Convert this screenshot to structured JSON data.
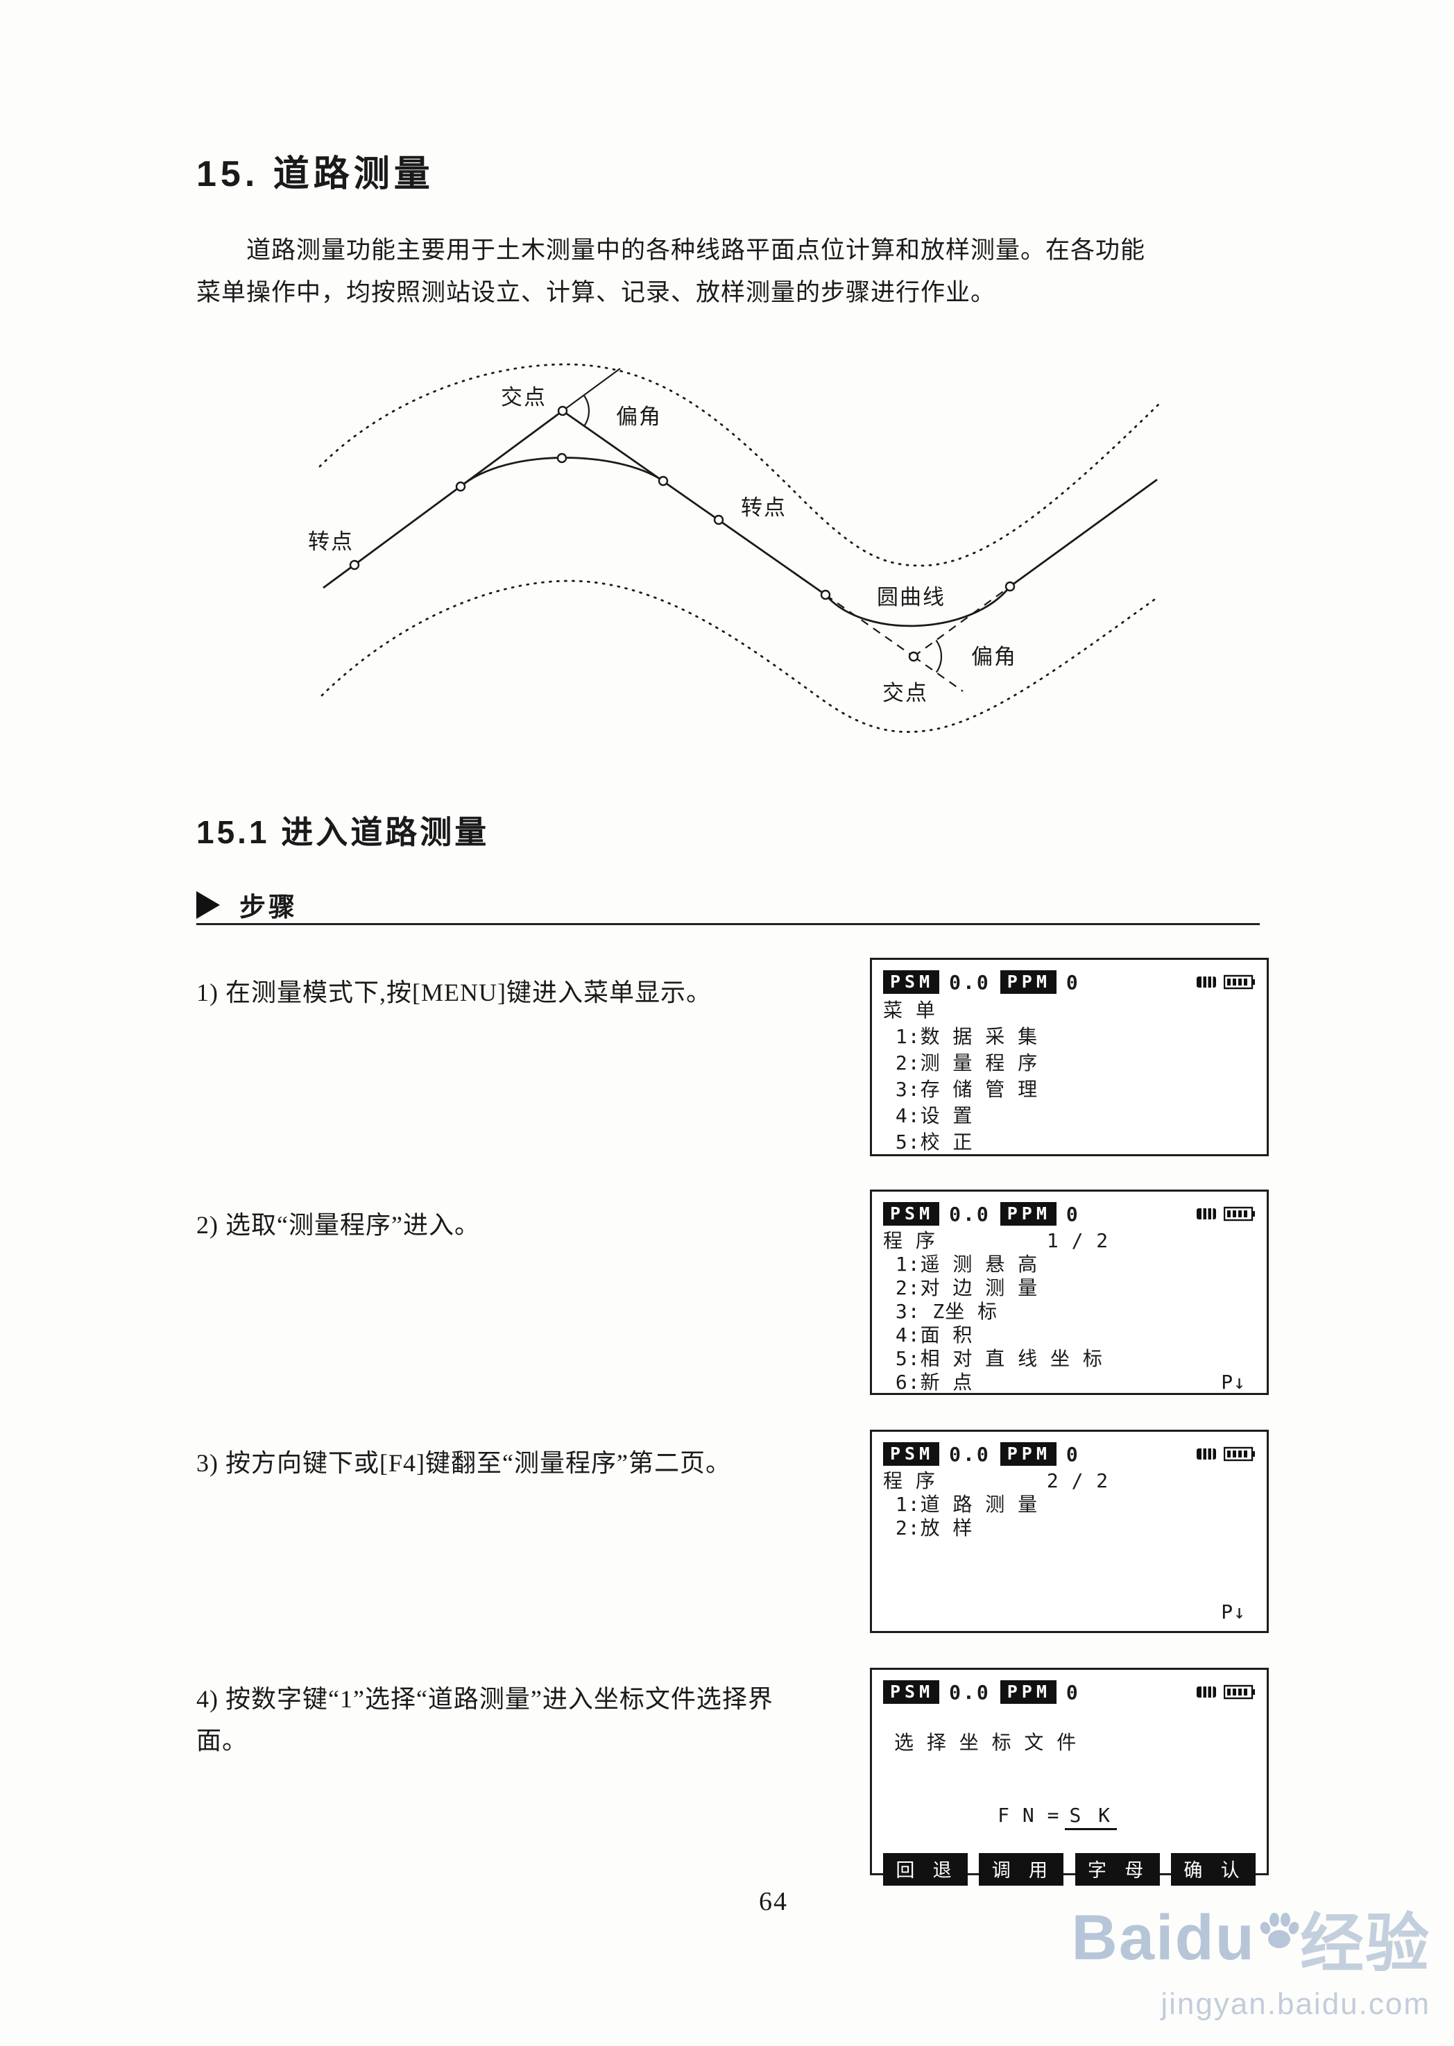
{
  "page": {
    "title": "15. 道路测量",
    "intro_line1": "道路测量功能主要用于土木测量中的各种线路平面点位计算和放样测量。在各功能",
    "intro_line2": "菜单操作中，均按照测站设立、计算、记录、放样测量的步骤进行作业。",
    "section_title": "15.1 进入道路测量",
    "steps_heading": "步骤",
    "page_number": "64"
  },
  "diagram": {
    "labels": {
      "intersection1": "交点",
      "deflection1": "偏角",
      "turning1": "转点",
      "turning2": "转点",
      "circular_curve": "圆曲线",
      "deflection2": "偏角",
      "intersection2": "交点"
    }
  },
  "steps": [
    {
      "text": "1) 在测量模式下,按[MENU]键进入菜单显示。"
    },
    {
      "text": "2) 选取“测量程序”进入。"
    },
    {
      "text": "3) 按方向键下或[F4]键翻至“测量程序”第二页。"
    },
    {
      "text": "4) 按数字键“1”选择“道路测量”进入坐标文件选择界面。"
    }
  ],
  "lcd": {
    "psm_label": "PSM",
    "psm_value": "0.0",
    "ppm_label": "PPM",
    "ppm_value": "0"
  },
  "screens": {
    "menu": {
      "title": "菜 单",
      "lines": [
        " 1:数 据 采 集",
        " 2:测 量 程 序",
        " 3:存 储 管 理",
        " 4:设 置",
        " 5:校 正"
      ]
    },
    "programs1": {
      "title": "程 序",
      "page": "1 / 2",
      "lines": [
        " 1:遥 测 悬 高",
        " 2:对 边 测 量",
        " 3: Z坐 标",
        " 4:面 积",
        " 5:相 对 直 线 坐 标"
      ],
      "last_item": " 6:新 点",
      "page_down": "P↓"
    },
    "programs2": {
      "title": "程 序",
      "page": "2 / 2",
      "lines": [
        " 1:道 路 测 量",
        " 2:放 样"
      ],
      "page_down": "P↓"
    },
    "file_select": {
      "prompt": "选 择 坐 标 文 件",
      "fn_label": "F N =",
      "fn_value": "S K",
      "softkeys": [
        "回 退",
        "调 用",
        "字 母",
        "确 认"
      ]
    }
  },
  "watermark": {
    "brand": "Baidu",
    "brand_cn": "经验",
    "url": "jingyan.baidu.com",
    "color": "#b7c5d8"
  }
}
